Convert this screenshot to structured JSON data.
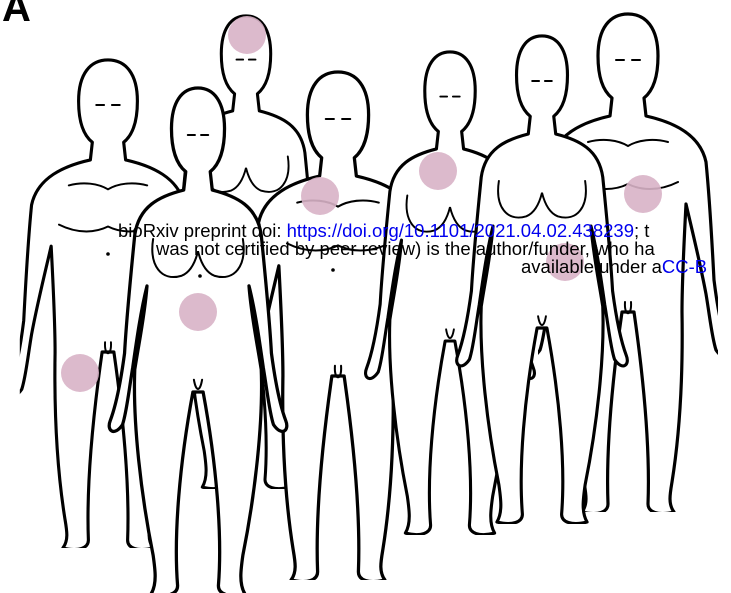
{
  "panel_label": "A",
  "banner": {
    "line1_text": "bioRxiv preprint doi: ",
    "line1_link": "https://doi.org/10.1101/2021.04.02.438239",
    "line1_tail": "; t",
    "line2_text": "was not certified by peer review) is the author/funder, who ha",
    "line3_text": "available under a",
    "line3_link": "CC-B"
  },
  "colors": {
    "spot": "#d8b2c6",
    "outline": "#000000",
    "link": "#0000ee"
  },
  "figures": [
    {
      "id": "figure-1",
      "sex": "male",
      "spot_region": "left-thigh"
    },
    {
      "id": "figure-2",
      "sex": "female",
      "spot_region": "head"
    },
    {
      "id": "figure-3",
      "sex": "female",
      "spot_region": "lower-abdomen"
    },
    {
      "id": "figure-4",
      "sex": "male",
      "spot_region": "chest"
    },
    {
      "id": "figure-5",
      "sex": "female",
      "spot_region": "breast"
    },
    {
      "id": "figure-6",
      "sex": "female",
      "spot_region": "hip"
    },
    {
      "id": "figure-7",
      "sex": "male",
      "spot_region": "abdomen"
    }
  ]
}
